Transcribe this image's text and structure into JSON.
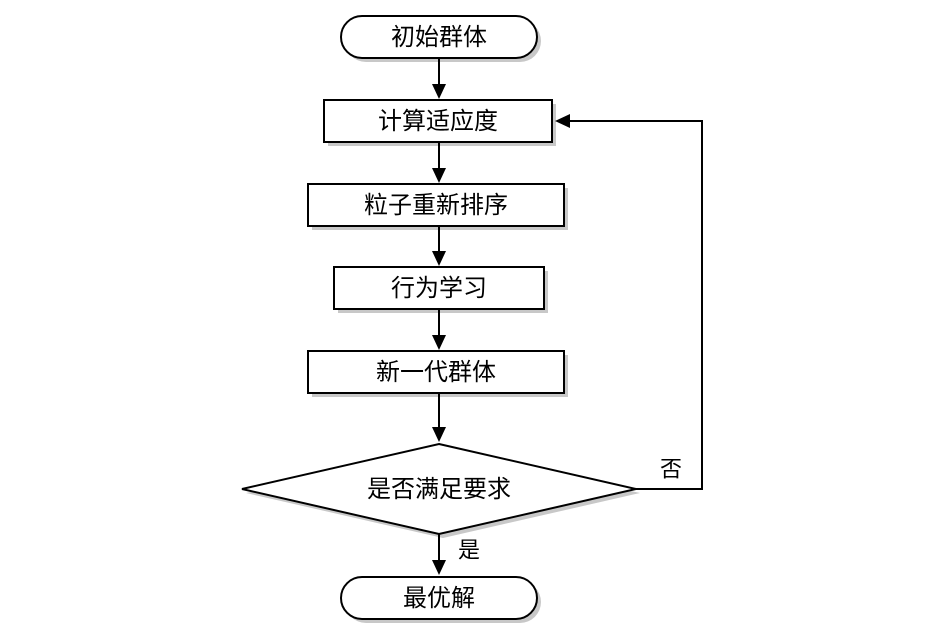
{
  "diagram": {
    "type": "flowchart",
    "nodes": {
      "start": {
        "label": "初始群体",
        "shape": "terminal"
      },
      "fitness": {
        "label": "计算适应度",
        "shape": "process"
      },
      "sort": {
        "label": "粒子重新排序",
        "shape": "process"
      },
      "learn": {
        "label": "行为学习",
        "shape": "process"
      },
      "new_gen": {
        "label": "新一代群体",
        "shape": "process"
      },
      "decision": {
        "label": "是否满足要求",
        "shape": "decision"
      },
      "end": {
        "label": "最优解",
        "shape": "terminal"
      }
    },
    "edges": {
      "yes_label": "是",
      "no_label": "否"
    },
    "colors": {
      "stroke": "#000000",
      "fill": "#ffffff",
      "shadow": "#c8c8c8"
    }
  }
}
